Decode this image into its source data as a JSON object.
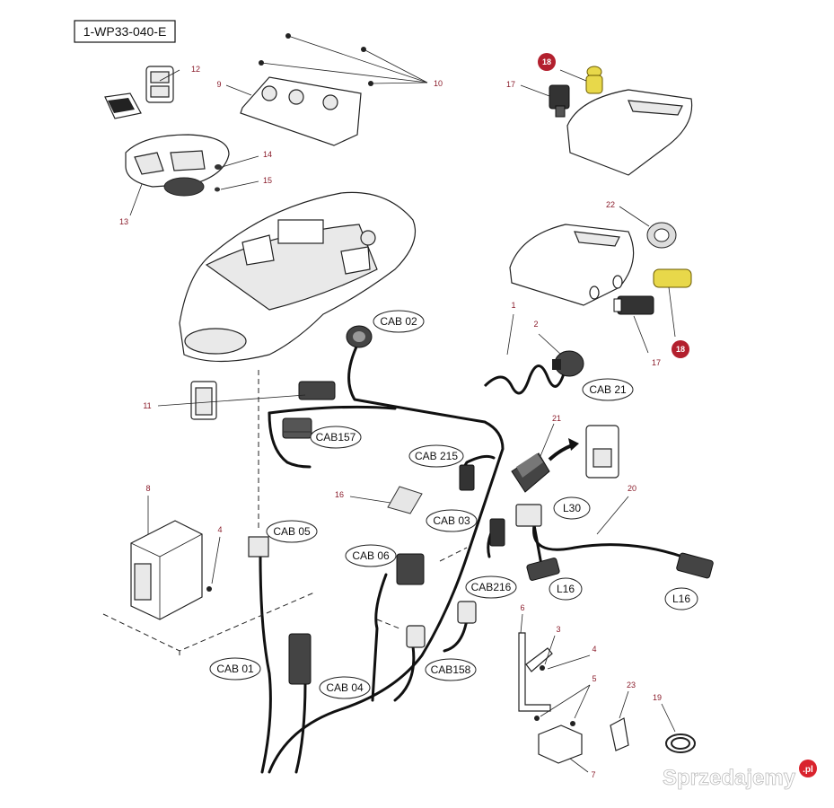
{
  "drawing_code": "1-WP33-040-E",
  "watermark": "Sprzedajemy",
  "watermark_suffix": ".pl",
  "callouts": [
    {
      "id": "c12",
      "text": "12"
    },
    {
      "id": "c9",
      "text": "9"
    },
    {
      "id": "c10",
      "text": "10"
    },
    {
      "id": "c14",
      "text": "14"
    },
    {
      "id": "c15",
      "text": "15"
    },
    {
      "id": "c13",
      "text": "13"
    },
    {
      "id": "c18a",
      "text": "18"
    },
    {
      "id": "c17a",
      "text": "17"
    },
    {
      "id": "c22",
      "text": "22"
    },
    {
      "id": "c18b",
      "text": "18"
    },
    {
      "id": "c17b",
      "text": "17"
    },
    {
      "id": "c1",
      "text": "1"
    },
    {
      "id": "c2",
      "text": "2"
    },
    {
      "id": "c11",
      "text": "11"
    },
    {
      "id": "c21",
      "text": "21"
    },
    {
      "id": "c8",
      "text": "8"
    },
    {
      "id": "c4a",
      "text": "4"
    },
    {
      "id": "c16",
      "text": "16"
    },
    {
      "id": "c20",
      "text": "20"
    },
    {
      "id": "c6",
      "text": "6"
    },
    {
      "id": "c3",
      "text": "3"
    },
    {
      "id": "c4b",
      "text": "4"
    },
    {
      "id": "c5",
      "text": "5"
    },
    {
      "id": "c23",
      "text": "23"
    },
    {
      "id": "c19",
      "text": "19"
    },
    {
      "id": "c7",
      "text": "7"
    }
  ],
  "connectors": [
    {
      "id": "cab02",
      "text": "CAB 02"
    },
    {
      "id": "cab21",
      "text": "CAB 21"
    },
    {
      "id": "cab157",
      "text": "CAB157"
    },
    {
      "id": "cab215",
      "text": "CAB 215"
    },
    {
      "id": "cab03",
      "text": "CAB 03"
    },
    {
      "id": "l30",
      "text": "L30"
    },
    {
      "id": "cab05",
      "text": "CAB 05"
    },
    {
      "id": "cab06",
      "text": "CAB 06"
    },
    {
      "id": "cab216",
      "text": "CAB216"
    },
    {
      "id": "l16a",
      "text": "L16"
    },
    {
      "id": "l16b",
      "text": "L16"
    },
    {
      "id": "cab01",
      "text": "CAB 01"
    },
    {
      "id": "cab04",
      "text": "CAB 04"
    },
    {
      "id": "cab158",
      "text": "CAB158"
    }
  ],
  "colors": {
    "callout_text": "#8a1c2b",
    "callout_highlight": "#b3202e",
    "highlight_part": "#e8d84a",
    "line": "#222222"
  }
}
